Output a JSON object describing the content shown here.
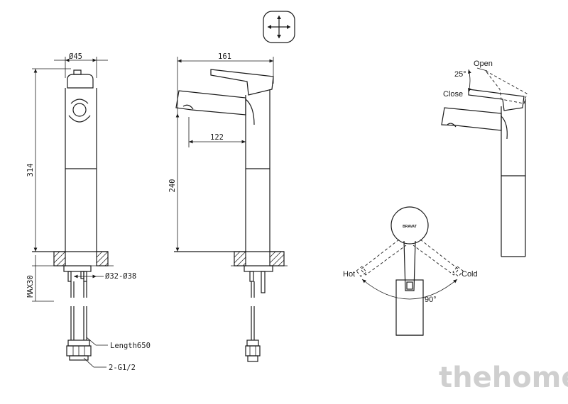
{
  "front_view": {
    "diameter_top": "Ø45",
    "height_total": "314",
    "max_thickness": "MAX30",
    "hole_diameter": "Ø32-Ø38",
    "hose_length": "Length650",
    "thread": "2-G1/2"
  },
  "side_view": {
    "reach_total": "161",
    "spout_reach": "122",
    "spout_height": "240"
  },
  "handle_side": {
    "angle": "25°",
    "open_label": "Open",
    "close_label": "Close"
  },
  "top_view": {
    "hot_label": "Hot",
    "cold_label": "Cold",
    "rotation_angle": "90°",
    "brand_mark": "BRAVAT"
  },
  "watermark": "thehome"
}
